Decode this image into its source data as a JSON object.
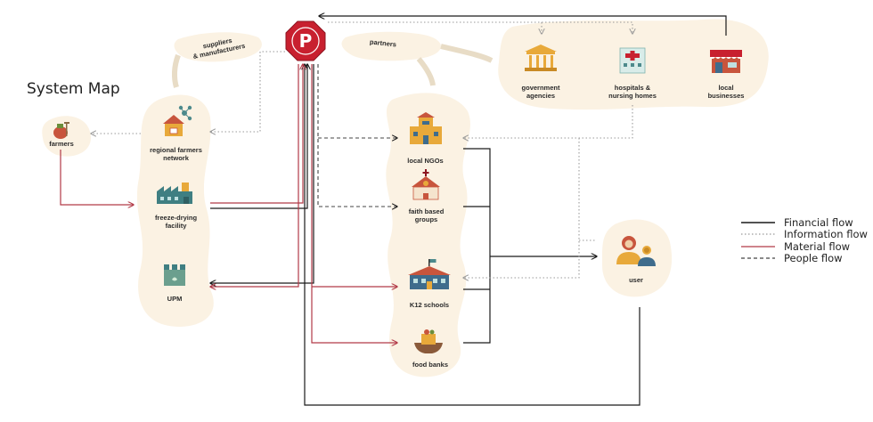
{
  "title": "System Map",
  "hub_logo_letter": "P",
  "tags": {
    "suppliers": "suppliers\n& manufacturers",
    "partners": "partners"
  },
  "nodes": {
    "farmers": "farmers",
    "regional_farmers_network": "regional farmers\nnetwork",
    "freeze_drying_facility": "freeze-drying\nfacility",
    "upm": "UPM",
    "local_ngos": "local NGOs",
    "faith_based_groups": "faith based\ngroups",
    "k12_schools": "K12 schools",
    "food_banks": "food banks",
    "government_agencies": "government\nagencies",
    "hospitals_nursing_homes": "hospitals &\nnursing homes",
    "local_businesses": "local\nbusinesses",
    "user": "user"
  },
  "legend": [
    {
      "label": "Financial flow",
      "style": "solid",
      "color": "#1a1a1a"
    },
    {
      "label": "Information flow",
      "style": "dotted",
      "color": "#9a9a9a"
    },
    {
      "label": "Material flow",
      "style": "solid",
      "color": "#b23a48"
    },
    {
      "label": "People flow",
      "style": "dashed",
      "color": "#444444"
    }
  ],
  "colors": {
    "blob": "#fbf2e3",
    "hub": "#c8202f",
    "financial": "#1a1a1a",
    "information": "#9a9a9a",
    "material": "#b23a48",
    "people": "#444444"
  }
}
